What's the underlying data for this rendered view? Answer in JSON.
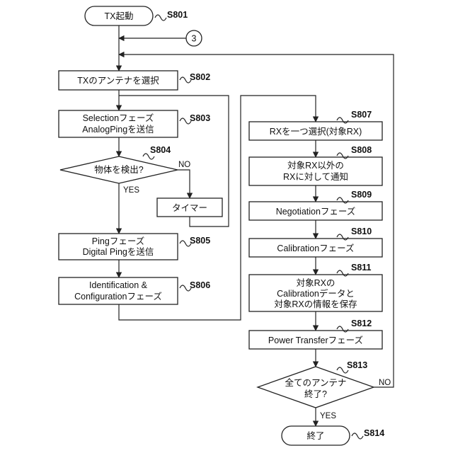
{
  "start": "TX起動",
  "end": "終了",
  "connector": "3",
  "yes": "YES",
  "no": "NO",
  "steps": {
    "s801": "S801",
    "s802": "S802",
    "s803": "S803",
    "s804": "S804",
    "s805": "S805",
    "s806": "S806",
    "s807": "S807",
    "s808": "S808",
    "s809": "S809",
    "s810": "S810",
    "s811": "S811",
    "s812": "S812",
    "s813": "S813",
    "s814": "S814"
  },
  "boxes": {
    "select_antenna": "TXのアンテナを選択",
    "selection_1": "Selectionフェーズ",
    "selection_2": "AnalogPingを送信",
    "detect": "物体を検出?",
    "timer": "タイマー",
    "ping_1": "Pingフェーズ",
    "ping_2": "Digital Pingを送信",
    "ident_1": "Identification &",
    "ident_2": "Configurationフェーズ",
    "select_rx": "RXを一つ選択(対象RX)",
    "notify_1": "対象RX以外の",
    "notify_2": "RXに対して通知",
    "negotiation": "Negotiationフェーズ",
    "calibration": "Calibrationフェーズ",
    "save_1": "対象RXの",
    "save_2": "Calibrationデータと",
    "save_3": "対象RXの情報を保存",
    "power": "Power Transferフェーズ",
    "all_ant_1": "全てのアンテナ",
    "all_ant_2": "終了?"
  }
}
